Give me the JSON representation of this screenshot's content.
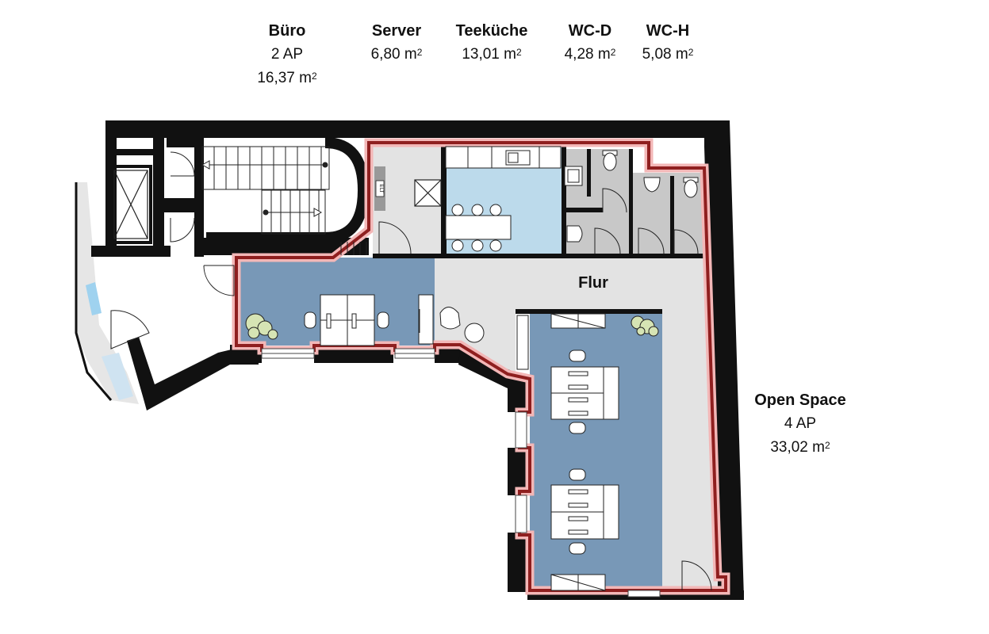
{
  "rooms": {
    "bueru": {
      "name": "Büro",
      "workplaces": "2 AP",
      "area_value": "16,37 m",
      "area_exp": "2"
    },
    "server": {
      "name": "Server",
      "area_value": "6,80 m",
      "area_exp": "2"
    },
    "teekueche": {
      "name": "Teeküche",
      "area_value": "13,01 m",
      "area_exp": "2"
    },
    "wc_d": {
      "name": "WC-D",
      "area_value": "4,28 m",
      "area_exp": "2"
    },
    "wc_h": {
      "name": "WC-H",
      "area_value": "5,08 m",
      "area_exp": "2"
    },
    "flur": {
      "name": "Flur"
    },
    "open_space": {
      "name": "Open Space",
      "workplaces": "4 AP",
      "area_value": "33,02 m",
      "area_exp": "2"
    }
  },
  "plan": {
    "elevator_label": "ELT",
    "colors": {
      "wall": "#111111",
      "rented_outline": "#8f1f1f",
      "rented_outline_glow": "#f3b7b7",
      "office_floor": "#7898b7",
      "kitchen_floor": "#bcdaeb",
      "corridor_floor": "#e3e3e3",
      "service_floor": "#c8c8c8",
      "plant": "#d6e4b4"
    }
  }
}
